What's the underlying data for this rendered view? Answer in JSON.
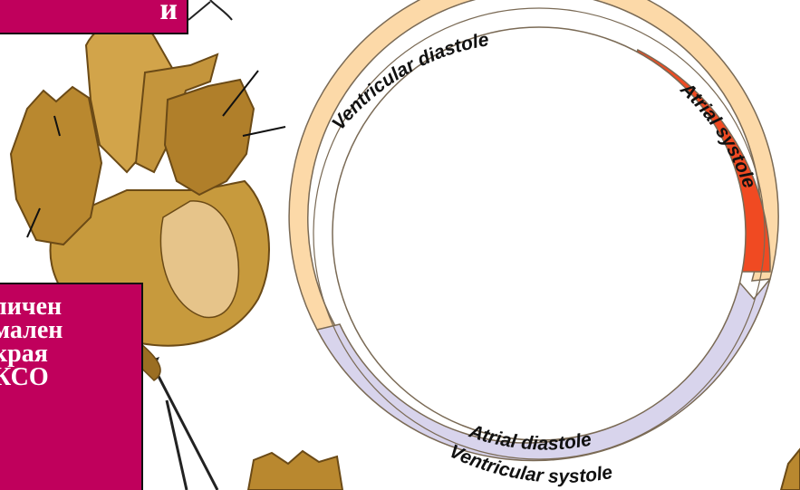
{
  "colors": {
    "ventricular_diastole": "#fcd9a8",
    "atrial_systole": "#f04a22",
    "ventricular_systole": "#d8d4ec",
    "outline": "#7a6a55",
    "label_box": "#c0005c",
    "heart_fill": "#c79a3d",
    "heart_shade": "#9b6e22"
  },
  "cycle": {
    "ventricular_diastole": "Ventricular diastole",
    "atrial_systole": "Atrial systole",
    "atrial_diastole": "Atrial diastole",
    "ventricular_systole": "Ventricular systole"
  },
  "overlay_top": {
    "text": "и"
  },
  "overlay_bottom": {
    "lines": [
      "личен",
      "мален",
      "",
      "края",
      "КСО"
    ]
  },
  "icons": [
    "heart-illustration",
    "arrow-icon"
  ]
}
